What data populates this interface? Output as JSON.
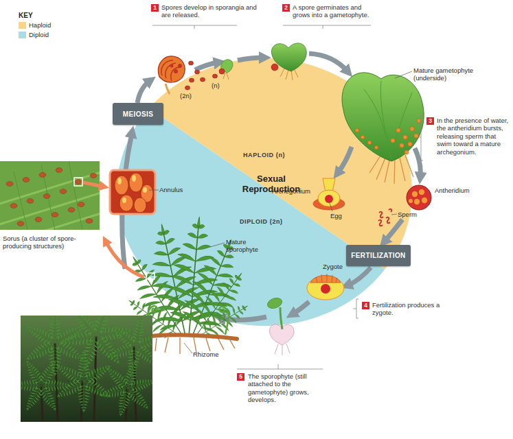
{
  "diagram": {
    "nodes": [
      {
        "text": [
          "HAPLOID (n)"
        ]
      },
      {
        "text": [
          "DIPLOID (2n)"
        ]
      },
      {
        "text": [
          "MEIOSIS"
        ]
      },
      {
        "text": [
          "FERTILIZATION"
        ]
      }
    ],
    "labels": [
      "KEY",
      "1",
      "Spores develop in sporangia and are released.",
      "2",
      "A spore germinates and grows into a gametophyte.",
      "(2n)",
      "(n)",
      "Mature gametophyte (underside)",
      "3",
      "In the presence of water, the antheridium bursts, releasing sperm that swim toward a mature archegonium.",
      "Sexual Reproduction",
      "Annulus",
      "Archegonium",
      "Antheridium",
      "Egg",
      "Sperm",
      "Sorus (a cluster of spore-producing structures)",
      "Mature sporophyte",
      "Zygote",
      "4",
      "Fertilization produces a zygote.",
      "Rhizome",
      "5",
      "The sporophyte (still attached to the gametophyte) grows, develops."
    ],
    "legend": [
      {
        "text": "Haploid",
        "color": "#f9d58a"
      },
      {
        "text": "Diploid",
        "color": "#a8dde6"
      }
    ]
  }
}
